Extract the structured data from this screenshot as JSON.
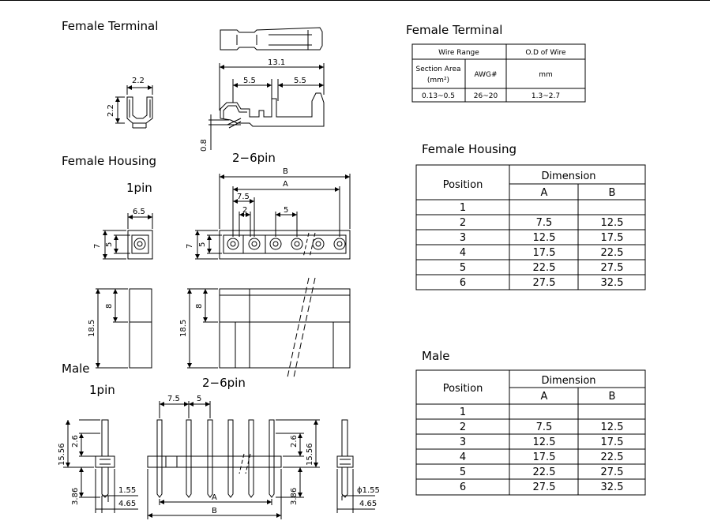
{
  "sections": {
    "female_terminal": "Female Terminal",
    "female_housing": "Female Housing",
    "male": "Male",
    "one_pin": "1pin",
    "two_six_pin": "2−6pin"
  },
  "dims": {
    "d2_2": "2.2",
    "d13_1": "13.1",
    "d5_5": "5.5",
    "d0_8": "0.8",
    "b": "B",
    "a": "A",
    "d7_5": "7.5",
    "d2": "2",
    "d5": "5",
    "d6_5": "6.5",
    "d7": "7",
    "d8": "8",
    "d18_5": "18.5",
    "d2_6": "2.6",
    "d15_56": "15.56",
    "d1_55": "1.55",
    "d3_86": "3.86",
    "d4_65": "4.65",
    "phi1_55": "ϕ1.55"
  },
  "terminal_table": {
    "title": "Female Terminal",
    "wire_range": "Wire Range",
    "od_of_wire": "O.D of Wire",
    "section_area_l1": "Section Area",
    "section_area_l2": "(mm²)",
    "awg": "AWG#",
    "mm": "mm",
    "row": [
      "0.13~0.5",
      "26~20",
      "1.3~2.7"
    ]
  },
  "housing_table": {
    "title": "Female Housing",
    "position": "Position",
    "dimension": "Dimension",
    "col_a": "A",
    "col_b": "B",
    "rows": [
      [
        "1",
        "",
        ""
      ],
      [
        "2",
        "7.5",
        "12.5"
      ],
      [
        "3",
        "12.5",
        "17.5"
      ],
      [
        "4",
        "17.5",
        "22.5"
      ],
      [
        "5",
        "22.5",
        "27.5"
      ],
      [
        "6",
        "27.5",
        "32.5"
      ]
    ]
  },
  "male_table": {
    "title": "Male",
    "position": "Position",
    "dimension": "Dimension",
    "col_a": "A",
    "col_b": "B",
    "rows": [
      [
        "1",
        "",
        ""
      ],
      [
        "2",
        "7.5",
        "12.5"
      ],
      [
        "3",
        "12.5",
        "17.5"
      ],
      [
        "4",
        "17.5",
        "22.5"
      ],
      [
        "5",
        "22.5",
        "27.5"
      ],
      [
        "6",
        "27.5",
        "32.5"
      ]
    ]
  }
}
